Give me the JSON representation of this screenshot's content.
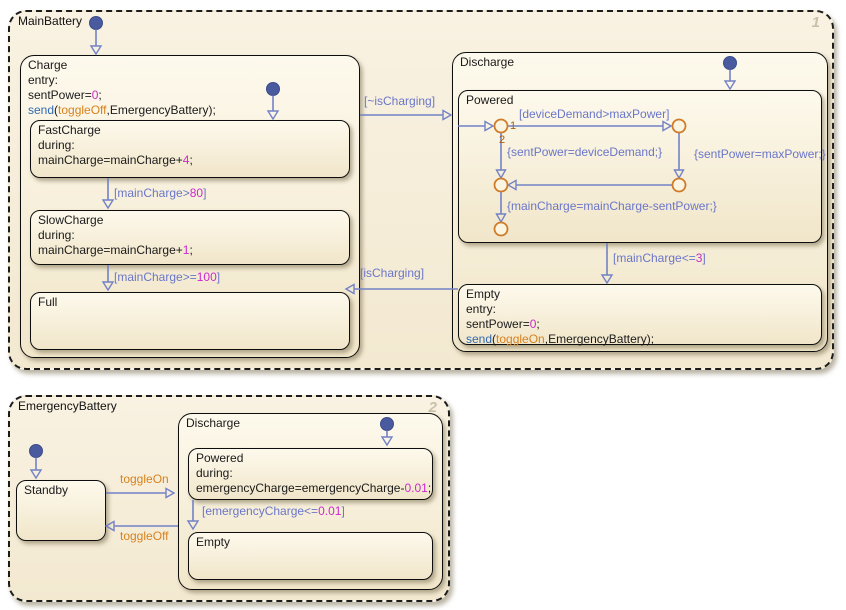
{
  "colors": {
    "transition_line": "#7282c6",
    "label_blue": "#6a76c9",
    "numeric_magenta": "#cc29cc",
    "event_orange": "#d7821e",
    "keyword_blue": "#3069b0",
    "junction_orange": "#cf7b28",
    "order_number": "#a85e12",
    "state_fill_top": "#fdf9ec",
    "state_fill_bottom": "#f1e6ca"
  },
  "main_battery": {
    "title": "MainBattery",
    "corner_badge": "1",
    "charge": {
      "title": "Charge",
      "lines": [
        [
          {
            "t": "entry:",
            "c": "k"
          }
        ],
        [
          {
            "t": "sentPower=",
            "c": "k"
          },
          {
            "t": "0",
            "c": "m"
          },
          {
            "t": ";",
            "c": "k"
          }
        ],
        [
          {
            "t": "send",
            "c": "b"
          },
          {
            "t": "(",
            "c": "k"
          },
          {
            "t": "toggleOff",
            "c": "o"
          },
          {
            "t": ",EmergencyBattery);",
            "c": "k"
          }
        ]
      ],
      "fast_charge": {
        "title": "FastCharge",
        "lines": [
          [
            {
              "t": "during:",
              "c": "k"
            }
          ],
          [
            {
              "t": "mainCharge=mainCharge+",
              "c": "k"
            },
            {
              "t": "4",
              "c": "m"
            },
            {
              "t": ";",
              "c": "k"
            }
          ]
        ]
      },
      "slow_charge": {
        "title": "SlowCharge",
        "lines": [
          [
            {
              "t": "during:",
              "c": "k"
            }
          ],
          [
            {
              "t": "mainCharge=mainCharge+",
              "c": "k"
            },
            {
              "t": "1",
              "c": "m"
            },
            {
              "t": ";",
              "c": "k"
            }
          ]
        ]
      },
      "full": {
        "title": "Full"
      }
    },
    "discharge": {
      "title": "Discharge",
      "powered": {
        "title": "Powered",
        "order_1": "1",
        "order_2": "2",
        "t_device_demand": [
          {
            "t": "[deviceDemand>maxPower]",
            "c": "l"
          }
        ],
        "t_sent_device": [
          {
            "t": "{sentPower=deviceDemand;}",
            "c": "l"
          }
        ],
        "t_sent_max": [
          {
            "t": "{sentPower=maxPower;}",
            "c": "l"
          }
        ],
        "t_main_sub": [
          {
            "t": "{mainCharge=mainCharge-sentPower;}",
            "c": "l"
          }
        ]
      },
      "empty": {
        "title": "Empty",
        "lines": [
          [
            {
              "t": "entry:",
              "c": "k"
            }
          ],
          [
            {
              "t": "sentPower=",
              "c": "k"
            },
            {
              "t": "0",
              "c": "m"
            },
            {
              "t": ";",
              "c": "k"
            }
          ],
          [
            {
              "t": "send",
              "c": "b"
            },
            {
              "t": "(",
              "c": "k"
            },
            {
              "t": "toggleOn",
              "c": "o"
            },
            {
              "t": ",EmergencyBattery);",
              "c": "k"
            }
          ]
        ]
      },
      "t_main_le3": [
        {
          "t": "[mainCharge<=",
          "c": "l"
        },
        {
          "t": "3",
          "c": "m"
        },
        {
          "t": "]",
          "c": "l"
        }
      ]
    },
    "t_not_charging": [
      {
        "t": "[~isCharging]",
        "c": "l"
      }
    ],
    "t_charging": [
      {
        "t": "[isCharging]",
        "c": "l"
      }
    ],
    "t_gt80": [
      {
        "t": "[mainCharge>",
        "c": "l"
      },
      {
        "t": "80",
        "c": "m"
      },
      {
        "t": "]",
        "c": "l"
      }
    ],
    "t_ge100": [
      {
        "t": "[mainCharge>=",
        "c": "l"
      },
      {
        "t": "100",
        "c": "m"
      },
      {
        "t": "]",
        "c": "l"
      }
    ]
  },
  "emergency_battery": {
    "title": "EmergencyBattery",
    "corner_badge": "2",
    "standby": {
      "title": "Standby"
    },
    "discharge": {
      "title": "Discharge",
      "powered": {
        "title": "Powered",
        "lines": [
          [
            {
              "t": "during:",
              "c": "k"
            }
          ],
          [
            {
              "t": "emergencyCharge=emergencyCharge-",
              "c": "k"
            },
            {
              "t": "0.01",
              "c": "m"
            },
            {
              "t": ";",
              "c": "k"
            }
          ]
        ]
      },
      "empty": {
        "title": "Empty"
      },
      "t_le_001": [
        {
          "t": "[emergencyCharge<=",
          "c": "l"
        },
        {
          "t": "0.01",
          "c": "m"
        },
        {
          "t": "]",
          "c": "l"
        }
      ]
    },
    "t_toggle_on": [
      {
        "t": "toggleOn",
        "c": "o"
      }
    ],
    "t_toggle_off": [
      {
        "t": "toggleOff",
        "c": "o"
      }
    ]
  }
}
